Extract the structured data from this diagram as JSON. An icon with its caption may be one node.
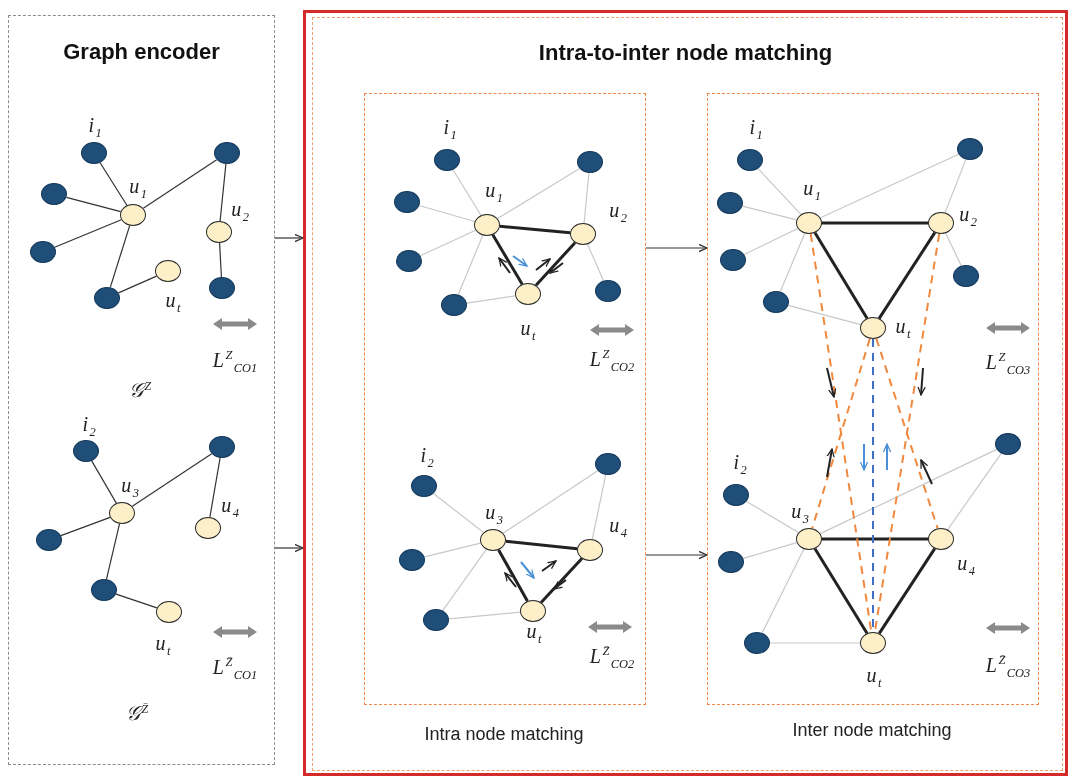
{
  "diagram": {
    "nodes": [
      {
        "text": [
          "Graph encoder"
        ]
      },
      {
        "text": [
          "Intra-to-inter node matching"
        ]
      },
      {
        "text": [],
        "shape": "box",
        "in": 1,
        "beside": [
          "Intra node matching"
        ]
      },
      {
        "text": [],
        "shape": "box",
        "in": 1,
        "beside": [
          "Inter node matching"
        ]
      },
      {
        "text": [],
        "shape": "circle",
        "in": 0,
        "beside": [
          "i$_{1}$"
        ]
      },
      {
        "text": [],
        "shape": "circle",
        "in": 0
      },
      {
        "text": [],
        "shape": "circle",
        "in": 0
      },
      {
        "text": [],
        "shape": "circle",
        "in": 0,
        "beside": [
          "u$_{1}$"
        ]
      },
      {
        "text": [],
        "shape": "circle",
        "in": 0
      },
      {
        "text": [],
        "shape": "circle",
        "in": 0,
        "beside": [
          "u$_{2}$"
        ]
      },
      {
        "text": [],
        "shape": "circle",
        "in": 0
      },
      {
        "text": [],
        "shape": "circle",
        "in": 0
      },
      {
        "text": [],
        "shape": "circle",
        "in": 0,
        "beside": [
          "u$_{t}$"
        ]
      },
      {
        "text": [],
        "shape": "circle",
        "in": 0,
        "beside": [
          "i$_{2}$"
        ]
      },
      {
        "text": [],
        "shape": "circle",
        "in": 0,
        "beside": [
          "u$_{3}$"
        ]
      },
      {
        "text": [],
        "shape": "circle",
        "in": 0
      },
      {
        "text": [],
        "shape": "circle",
        "in": 0,
        "beside": [
          "u$_{4}$"
        ]
      },
      {
        "text": [],
        "shape": "circle",
        "in": 0
      },
      {
        "text": [],
        "shape": "circle",
        "in": 0
      },
      {
        "text": [],
        "shape": "circle",
        "in": 0,
        "beside": [
          "u$_{t}$"
        ]
      },
      {
        "text": [],
        "shape": "circle",
        "in": 2,
        "beside": [
          "i$_{1}$"
        ]
      },
      {
        "text": [],
        "shape": "circle",
        "in": 2
      },
      {
        "text": [],
        "shape": "circle",
        "in": 2
      },
      {
        "text": [],
        "shape": "circle",
        "in": 2,
        "beside": [
          "u$_{1}$"
        ]
      },
      {
        "text": [],
        "shape": "circle",
        "in": 2
      },
      {
        "text": [],
        "shape": "circle",
        "in": 2,
        "beside": [
          "u$_{2}$"
        ]
      },
      {
        "text": [],
        "shape": "circle",
        "in": 2
      },
      {
        "text": [],
        "shape": "circle",
        "in": 2
      },
      {
        "text": [],
        "shape": "circle",
        "in": 2,
        "beside": [
          "u$_{t}$"
        ]
      },
      {
        "text": [],
        "shape": "circle",
        "in": 2,
        "beside": [
          "i$_{2}$"
        ]
      },
      {
        "text": [],
        "shape": "circle",
        "in": 2
      },
      {
        "text": [],
        "shape": "circle",
        "in": 2
      },
      {
        "text": [],
        "shape": "circle",
        "in": 2,
        "beside": [
          "u$_{3}$"
        ]
      },
      {
        "text": [],
        "shape": "circle",
        "in": 2
      },
      {
        "text": [],
        "shape": "circle",
        "in": 2,
        "beside": [
          "u$_{4}$"
        ]
      },
      {
        "text": [],
        "shape": "circle",
        "in": 2,
        "beside": [
          "u$_{t}$"
        ]
      },
      {
        "text": [],
        "shape": "circle",
        "in": 3,
        "beside": [
          "i$_{1}$"
        ]
      },
      {
        "text": [],
        "shape": "circle",
        "in": 3
      },
      {
        "text": [],
        "shape": "circle",
        "in": 3
      },
      {
        "text": [],
        "shape": "circle",
        "in": 3,
        "beside": [
          "u$_{1}$"
        ]
      },
      {
        "text": [],
        "shape": "circle",
        "in": 3
      },
      {
        "text": [],
        "shape": "circle",
        "in": 3,
        "beside": [
          "u$_{2}$"
        ]
      },
      {
        "text": [],
        "shape": "circle",
        "in": 3
      },
      {
        "text": [],
        "shape": "circle",
        "in": 3
      },
      {
        "text": [],
        "shape": "circle",
        "in": 3,
        "beside": [
          "u$_{t}$"
        ]
      },
      {
        "text": [],
        "shape": "circle",
        "in": 3,
        "beside": [
          "i$_{2}$"
        ]
      },
      {
        "text": [],
        "shape": "circle",
        "in": 3
      },
      {
        "text": [],
        "shape": "circle",
        "in": 3
      },
      {
        "text": [],
        "shape": "circle",
        "in": 3,
        "beside": [
          "u$_{3}$"
        ]
      },
      {
        "text": [],
        "shape": "circle",
        "in": 3
      },
      {
        "text": [],
        "shape": "circle",
        "in": 3,
        "beside": [
          "u$_{4}$"
        ]
      },
      {
        "text": [],
        "shape": "circle",
        "in": 3,
        "beside": [
          "u$_{t}$"
        ]
      }
    ],
    "edges": [
      {
        "from": 0,
        "to": 1,
        "arrow": "to",
        "color": "#333333"
      },
      {
        "from": 0,
        "to": 1,
        "arrow": "to",
        "color": "#333333"
      },
      {
        "from": 2,
        "to": 3,
        "arrow": "to",
        "color": "#333333"
      },
      {
        "from": 2,
        "to": 3,
        "arrow": "to",
        "color": "#333333"
      },
      {
        "from": 4,
        "to": 7,
        "arrow": "none",
        "color": "#333333"
      },
      {
        "from": 5,
        "to": 7,
        "arrow": "none",
        "color": "#333333"
      },
      {
        "from": 6,
        "to": 7,
        "arrow": "none",
        "color": "#333333"
      },
      {
        "from": 7,
        "to": 8,
        "arrow": "none",
        "color": "#333333"
      },
      {
        "from": 8,
        "to": 9,
        "arrow": "none",
        "color": "#333333"
      },
      {
        "from": 9,
        "to": 10,
        "arrow": "none",
        "color": "#333333"
      },
      {
        "from": 7,
        "to": 11,
        "arrow": "none",
        "color": "#333333"
      },
      {
        "from": 11,
        "to": 12,
        "arrow": "none",
        "color": "#333333"
      },
      {
        "from": 13,
        "to": 14,
        "arrow": "none",
        "color": "#333333"
      },
      {
        "from": 14,
        "to": 15,
        "arrow": "none",
        "color": "#333333"
      },
      {
        "from": 15,
        "to": 16,
        "arrow": "none",
        "color": "#333333"
      },
      {
        "from": 17,
        "to": 14,
        "arrow": "none",
        "color": "#333333"
      },
      {
        "from": 14,
        "to": 18,
        "arrow": "none",
        "color": "#333333"
      },
      {
        "from": 18,
        "to": 19,
        "arrow": "none",
        "color": "#333333"
      },
      {
        "from": 20,
        "to": 23,
        "arrow": "none"
      },
      {
        "from": 21,
        "to": 23,
        "arrow": "none"
      },
      {
        "from": 22,
        "to": 23,
        "arrow": "none"
      },
      {
        "from": 23,
        "to": 24,
        "arrow": "none"
      },
      {
        "from": 24,
        "to": 25,
        "arrow": "none"
      },
      {
        "from": 25,
        "to": 26,
        "arrow": "none"
      },
      {
        "from": 23,
        "to": 27,
        "arrow": "none"
      },
      {
        "from": 27,
        "to": 28,
        "arrow": "none"
      },
      {
        "from": 23,
        "to": 25,
        "arrow": "none",
        "style": "thick",
        "color": "#222222"
      },
      {
        "from": 23,
        "to": 28,
        "arrow": "none",
        "style": "thick",
        "color": "#222222"
      },
      {
        "from": 25,
        "to": 28,
        "arrow": "none",
        "style": "thick",
        "color": "#222222"
      },
      {
        "from": 29,
        "to": 32,
        "arrow": "none"
      },
      {
        "from": 30,
        "to": 32,
        "arrow": "none"
      },
      {
        "from": 32,
        "to": 31,
        "arrow": "none"
      },
      {
        "from": 31,
        "to": 35,
        "arrow": "none"
      },
      {
        "from": 32,
        "to": 33,
        "arrow": "none"
      },
      {
        "from": 33,
        "to": 34,
        "arrow": "none"
      },
      {
        "from": 32,
        "to": 34,
        "arrow": "none",
        "style": "thick",
        "color": "#222222"
      },
      {
        "from": 32,
        "to": 35,
        "arrow": "none",
        "style": "thick",
        "color": "#222222"
      },
      {
        "from": 34,
        "to": 35,
        "arrow": "none",
        "style": "thick",
        "color": "#222222"
      },
      {
        "from": 36,
        "to": 39,
        "arrow": "none"
      },
      {
        "from": 37,
        "to": 39,
        "arrow": "none"
      },
      {
        "from": 38,
        "to": 39,
        "arrow": "none"
      },
      {
        "from": 39,
        "to": 40,
        "arrow": "none"
      },
      {
        "from": 40,
        "to": 41,
        "arrow": "none"
      },
      {
        "from": 41,
        "to": 42,
        "arrow": "none"
      },
      {
        "from": 39,
        "to": 43,
        "arrow": "none"
      },
      {
        "from": 43,
        "to": 44,
        "arrow": "none"
      },
      {
        "from": 39,
        "to": 41,
        "arrow": "none",
        "style": "thick",
        "color": "#222222"
      },
      {
        "from": 39,
        "to": 44,
        "arrow": "none",
        "style": "thick",
        "color": "#222222"
      },
      {
        "from": 41,
        "to": 44,
        "arrow": "none",
        "style": "thick",
        "color": "#222222"
      },
      {
        "from": 45,
        "to": 48,
        "arrow": "none"
      },
      {
        "from": 46,
        "to": 48,
        "arrow": "none"
      },
      {
        "from": 48,
        "to": 47,
        "arrow": "none"
      },
      {
        "from": 47,
        "to": 51,
        "arrow": "none"
      },
      {
        "from": 48,
        "to": 49,
        "arrow": "none"
      },
      {
        "from": 49,
        "to": 50,
        "arrow": "none"
      },
      {
        "from": 48,
        "to": 50,
        "arrow": "none",
        "style": "thick",
        "color": "#222222"
      },
      {
        "from": 48,
        "to": 51,
        "arrow": "none",
        "style": "thick",
        "color": "#222222"
      },
      {
        "from": 50,
        "to": 51,
        "arrow": "none",
        "style": "thick",
        "color": "#222222"
      },
      {
        "from": 39,
        "to": 51,
        "arrow": "none",
        "style": "dashed",
        "color": "#f0883e"
      },
      {
        "from": 41,
        "to": 51,
        "arrow": "none",
        "style": "dashed",
        "color": "#f0883e"
      },
      {
        "from": 44,
        "to": 48,
        "arrow": "none",
        "style": "dashed",
        "color": "#f0883e"
      },
      {
        "from": 44,
        "to": 50,
        "arrow": "none",
        "style": "dashed",
        "color": "#f0883e"
      },
      {
        "from": 44,
        "to": 51,
        "arrow": "none",
        "style": "dashed",
        "color": "#3f6fc6"
      }
    ],
    "labels": [
      "L$^{Z}$$_{CO1}$",
      "𝒢$^{Z}$",
      "L$^{Z̄}$$_{CO1}$",
      "𝒢$^{Z̄}$",
      "L$^{Z}$$_{CO2}$",
      "L$^{Z̄}$$_{CO2}$",
      "L$^{Z}$$_{CO3}$",
      "L$^{Z̄}$$_{CO3}$"
    ]
  }
}
